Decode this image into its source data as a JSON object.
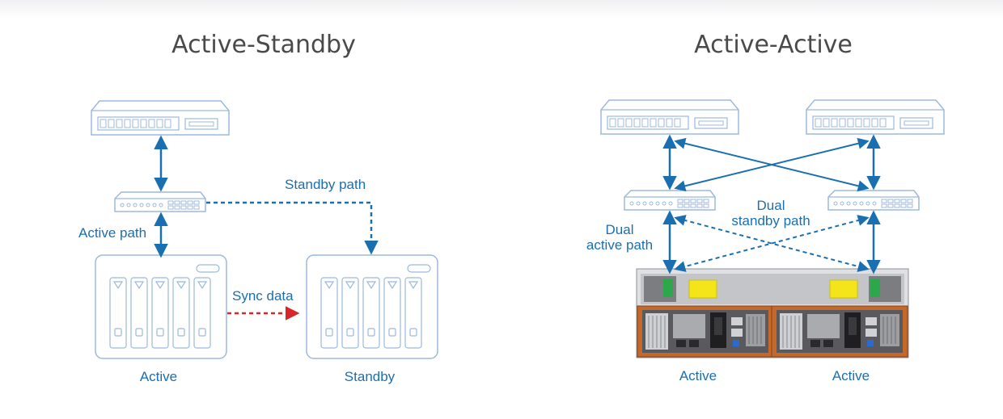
{
  "left_panel": {
    "title": "Active-Standby",
    "labels": {
      "active_path": "Active path",
      "standby_path": "Standby path",
      "sync_data": "Sync data",
      "active_nas": "Active",
      "standby_nas": "Standby"
    }
  },
  "right_panel": {
    "title": "Active-Active",
    "labels": {
      "dual_active_path_line1": "Dual",
      "dual_active_path_line2": "active path",
      "dual_standby_path_line1": "Dual",
      "dual_standby_path_line2": "standby path",
      "controller_a": "Active",
      "controller_b": "Active"
    }
  },
  "colors": {
    "line_blue": "#1a6fb0",
    "sync_red": "#d8262b",
    "device_outline": "#9cb9dd",
    "title_gray": "#4a4a4a"
  }
}
